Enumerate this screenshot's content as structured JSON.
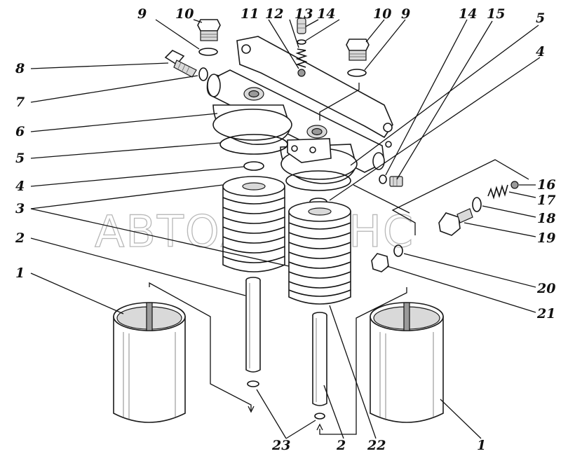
{
  "watermark": "АВТОАЛЬЯНС",
  "callouts": [
    {
      "id": "c9a",
      "label": "9"
    },
    {
      "id": "c10a",
      "label": "10"
    },
    {
      "id": "c11",
      "label": "11"
    },
    {
      "id": "c12",
      "label": "12"
    },
    {
      "id": "c13",
      "label": "13"
    },
    {
      "id": "c14a",
      "label": "14"
    },
    {
      "id": "c10b",
      "label": "10"
    },
    {
      "id": "c9b",
      "label": "9"
    },
    {
      "id": "c14b",
      "label": "14"
    },
    {
      "id": "c15",
      "label": "15"
    },
    {
      "id": "c5b",
      "label": "5"
    },
    {
      "id": "c4b",
      "label": "4"
    },
    {
      "id": "c8",
      "label": "8"
    },
    {
      "id": "c7",
      "label": "7"
    },
    {
      "id": "c6",
      "label": "6"
    },
    {
      "id": "c5a",
      "label": "5"
    },
    {
      "id": "c4a",
      "label": "4"
    },
    {
      "id": "c3",
      "label": "3"
    },
    {
      "id": "c2a",
      "label": "2"
    },
    {
      "id": "c1a",
      "label": "1"
    },
    {
      "id": "c16",
      "label": "16"
    },
    {
      "id": "c17",
      "label": "17"
    },
    {
      "id": "c18",
      "label": "18"
    },
    {
      "id": "c19",
      "label": "19"
    },
    {
      "id": "c20",
      "label": "20"
    },
    {
      "id": "c21",
      "label": "21"
    },
    {
      "id": "c23",
      "label": "23"
    },
    {
      "id": "c2b",
      "label": "2"
    },
    {
      "id": "c22",
      "label": "22"
    },
    {
      "id": "c1b",
      "label": "1"
    }
  ]
}
